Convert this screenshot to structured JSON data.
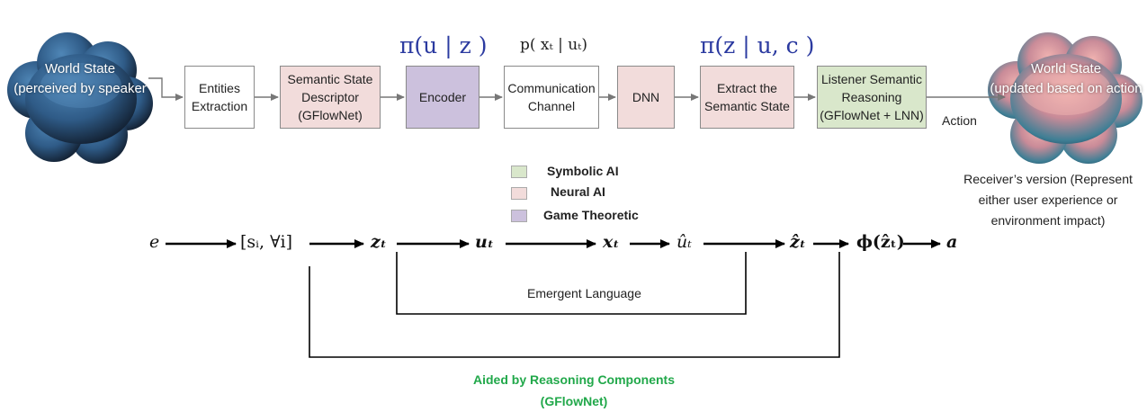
{
  "colors": {
    "neural": "#f2dcdb",
    "symbolic": "#d9e7cb",
    "game_theoretic": "#ccc1dd",
    "neutral": "#ffffff",
    "math_blue": "#2b3aa0",
    "green_text": "#21a84a"
  },
  "clouds": {
    "speaker": "World State\n(perceived by speaker",
    "receiver": "World State\n(updated based on action"
  },
  "pipeline": {
    "entities": "Entities\nExtraction",
    "semantic_descriptor": "Semantic State\nDescriptor\n(GFlowNet)",
    "encoder": "Encoder",
    "channel": "Communication\nChannel",
    "dnn": "DNN",
    "extract": "Extract the\nSemantic State",
    "listener": "Listener Semantic\nReasoning\n(GFlowNet + LNN)"
  },
  "top_math": {
    "pi_u_given_z": "π(u | z )",
    "p_x_given_u": "p( xₜ | uₜ)",
    "pi_z_given_uc": "π(z | u, c )"
  },
  "action_label": "Action",
  "legend": [
    {
      "label": "Symbolic AI",
      "color": "#d9e7cb"
    },
    {
      "label": "Neural AI",
      "color": "#f2dcdb"
    },
    {
      "label": "Game Theoretic",
      "color": "#ccc1dd"
    }
  ],
  "receiver_note": "Receiver’s version (Represent\neither user experience or\nenvironment impact)",
  "variables": {
    "e": "e",
    "s": "[sᵢ, ∀i]",
    "z": "zₜ",
    "u": "uₜ",
    "x": "xₜ",
    "u_hat": "ûₜ",
    "z_hat": "ẑₜ",
    "phi": "ϕ(ẑₜ)",
    "a": "a"
  },
  "emergent_language": "Emergent Language",
  "aided_label": "Aided by Reasoning Components\n(GFlowNet)"
}
